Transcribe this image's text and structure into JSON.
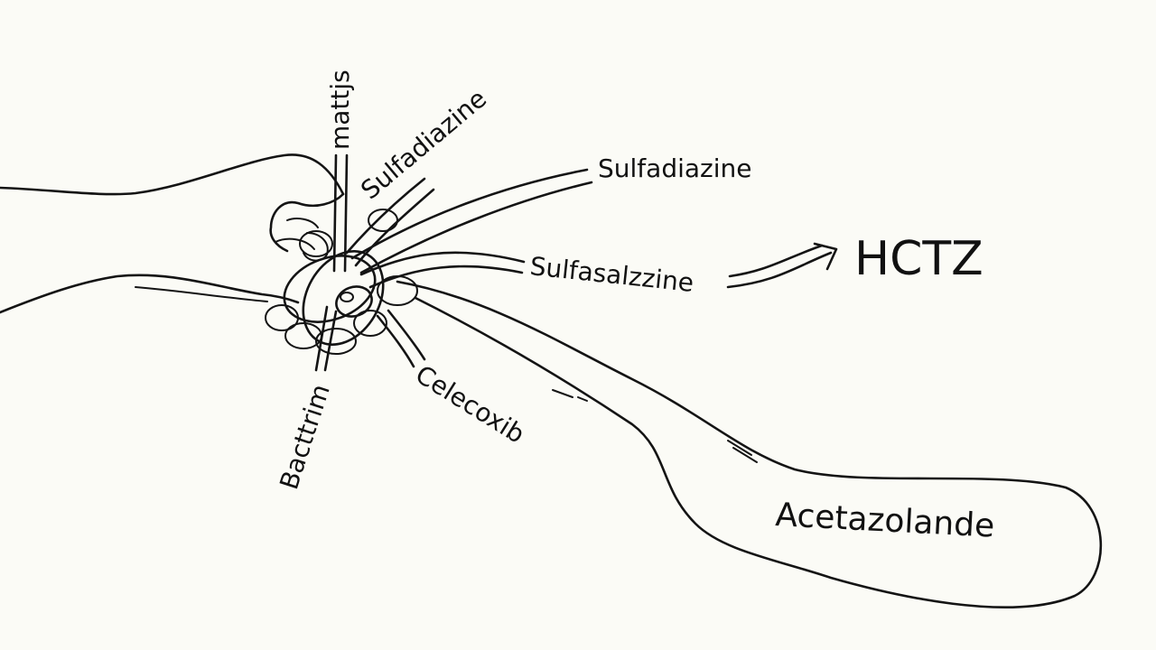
{
  "labels": {
    "top_scribble": "mattjs",
    "sulfadiazine_diagonal": "Sulfadiazine",
    "sulfadiazine_right": "Sulfadiazine",
    "sulfasalazine": "Sulfasalzzine",
    "hctz": "HCTZ",
    "bactrim": "Bacttrim",
    "celecoxib": "Celecoxib",
    "acetazolamide": "Acetazolande"
  },
  "colors": {
    "ink": "#141414",
    "paper": "#fbfbf6"
  }
}
